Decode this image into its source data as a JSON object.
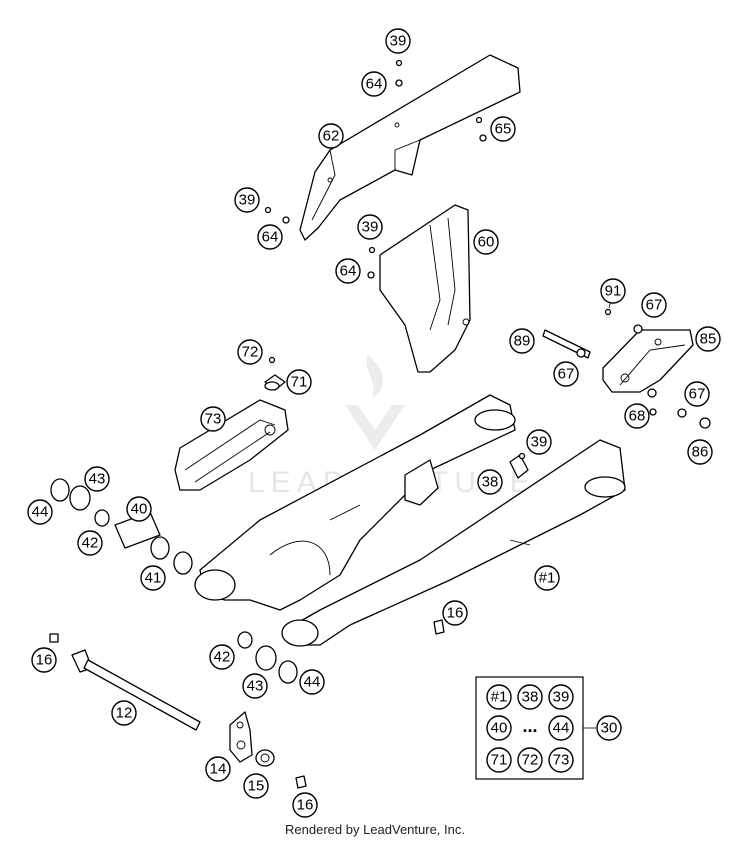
{
  "watermark": "LEADVENTURE",
  "credit": "Rendered by LeadVenture, Inc.",
  "callouts": {
    "c39a": "39",
    "c64a": "64",
    "c62": "62",
    "c65": "65",
    "c39b": "39",
    "c64b": "64",
    "c39c": "39",
    "c60": "60",
    "c64c": "64",
    "c91": "91",
    "c67a": "67",
    "c89": "89",
    "c85": "85",
    "c67b": "67",
    "c72": "72",
    "c71": "71",
    "c73": "73",
    "c67c": "67",
    "c68": "68",
    "c86": "86",
    "c39d": "39",
    "c38": "38",
    "c43a": "43",
    "c44a": "44",
    "c40": "40",
    "c42a": "42",
    "c41": "41",
    "c1": "#1",
    "c16a": "16",
    "c16b": "16",
    "c42b": "42",
    "c43b": "43",
    "c44b": "44",
    "c12": "12",
    "c14": "14",
    "c15": "15",
    "c16c": "16"
  },
  "kit_box": {
    "row1": [
      "#1",
      "38",
      "39"
    ],
    "row2_left": "40",
    "ellipsis": "...",
    "row2_right": "44",
    "row3": [
      "71",
      "72",
      "73"
    ],
    "kit_number": "30"
  }
}
